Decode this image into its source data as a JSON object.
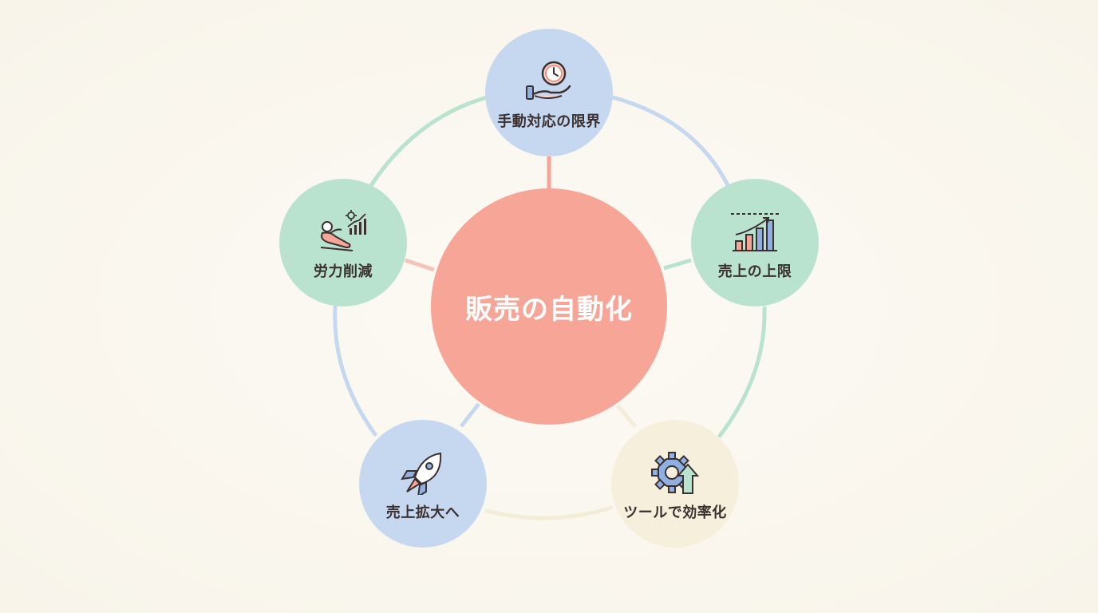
{
  "center": {
    "label": "販売の自動化",
    "color": "#f6a597"
  },
  "nodes": [
    {
      "label": "手動対応の限界",
      "color": "#c6d8f0",
      "icon": "hand-clock-icon"
    },
    {
      "label": "売上の上限",
      "color": "#b9e3cf",
      "icon": "bar-chart-limit-icon"
    },
    {
      "label": "ツールで効率化",
      "color": "#f5efdc",
      "icon": "gear-arrow-icon"
    },
    {
      "label": "売上拡大へ",
      "color": "#c6d8f0",
      "icon": "rocket-icon"
    },
    {
      "label": "労力削減",
      "color": "#b9e3cf",
      "icon": "relaxing-person-chart-icon"
    }
  ]
}
